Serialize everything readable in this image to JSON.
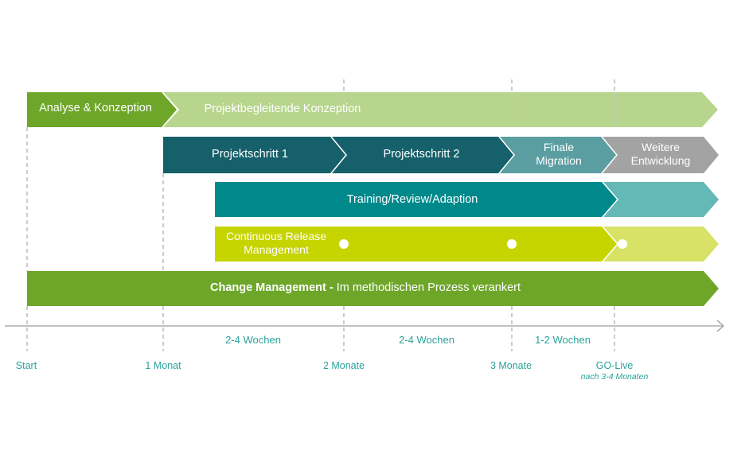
{
  "phases": {
    "analyse": "Analyse & Konzeption",
    "begleitend": "Projektbegleitende Konzeption",
    "schritt1": "Projektschritt 1",
    "schritt2": "Projektschritt 2",
    "migration_line1": "Finale",
    "migration_line2": "Migration",
    "weitere_line1": "Weitere",
    "weitere_line2": "Entwicklung",
    "training": "Training/Review/Adaption",
    "release_line1": "Continuous Release",
    "release_line2": "Management",
    "change_bold": "Change Management -",
    "change_rest": " Im methodischen Prozess verankert"
  },
  "durations": [
    "2-4 Wochen",
    "2-4 Wochen",
    "1-2 Wochen"
  ],
  "milestones": {
    "start": "Start",
    "m1": "1 Monat",
    "m2": "2 Monate",
    "m3": "3 Monate",
    "golive": "GO-Live",
    "golive_note": "nach 3-4 Monaten"
  },
  "colors": {
    "green_dark": "#6ea629",
    "green_light": "#b7d58d",
    "teal_dark": "#15606a",
    "teal_medium": "#5a9ea2",
    "gray": "#a3a3a3",
    "teal": "#00898b",
    "teal_light": "#64b8b5",
    "lime": "#c6d400",
    "lime_light": "#d8e266",
    "text_teal": "#2aa39a"
  }
}
